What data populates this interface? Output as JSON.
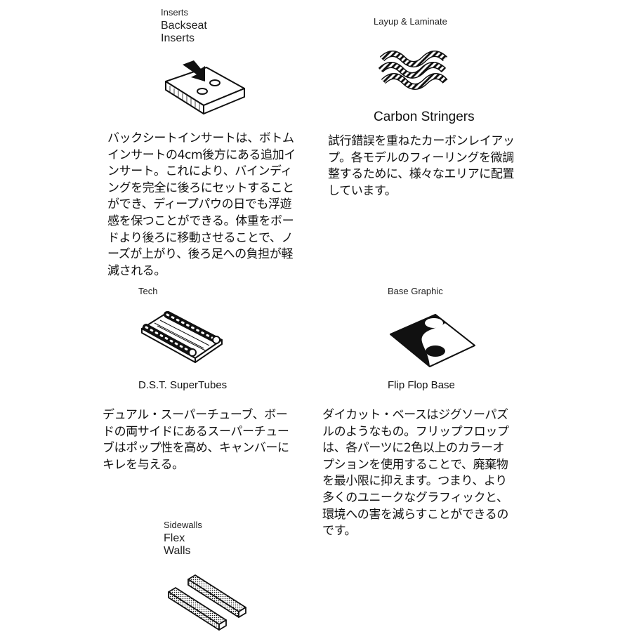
{
  "features": {
    "inserts": {
      "category": "Inserts",
      "name_lines": [
        "Backseat",
        "Inserts"
      ],
      "icon": "board-inserts-icon",
      "description_lines": [
        "バックシートインサートは、ボトム",
        "インサートの4cm後方にある追加イ",
        "ンサート。これにより、バインディ",
        "ングを完全に後ろにセットすること",
        "ができ、ディープパウの日でも浮遊",
        "感を保つことができる。体重をボー",
        "ドより後ろに移動させることで、ノ",
        "ーズが上がり、後ろ足への負担が軽",
        "減される。"
      ]
    },
    "layup": {
      "category": "Layup & Laminate",
      "name": "Carbon Stringers",
      "icon": "carbon-stringers-icon",
      "description_lines": [
        "試行錯誤を重ねたカーボンレイアッ",
        "プ。各モデルのフィーリングを微調",
        "整するために、様々なエリアに配置",
        "しています。"
      ]
    },
    "tech": {
      "category": "Tech",
      "name": "D.S.T. SuperTubes",
      "icon": "super-tubes-icon",
      "description_lines": [
        "デュアル・スーパーチューブ、ボー",
        "ドの両サイドにあるスーパーチュー",
        "ブはポップ性を高め、キャンバーに",
        "キレを与える。"
      ]
    },
    "base": {
      "category": "Base Graphic",
      "name": "Flip Flop Base",
      "icon": "flip-flop-base-icon",
      "description_lines": [
        "ダイカット・ベースはジグソーパズ",
        "ルのようなもの。フリップフロップ",
        "は、各パーツに2色以上のカラーオ",
        "プションを使用することで、廃棄物",
        "を最小限に抑えます。つまり、より",
        "多くのユニークなグラフィックと、",
        "環境への害を減らすことができるの",
        "です。"
      ]
    },
    "sidewalls": {
      "category": "Sidewalls",
      "name_lines": [
        "Flex",
        "Walls"
      ],
      "icon": "flex-walls-icon"
    }
  }
}
